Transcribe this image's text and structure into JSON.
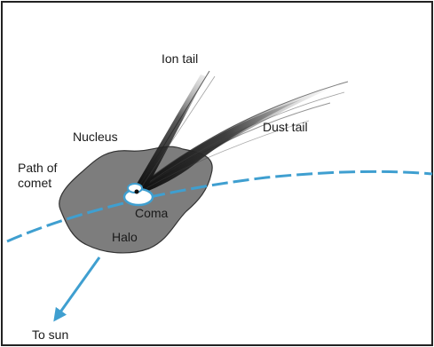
{
  "labels": {
    "ion_tail": "Ion tail",
    "dust_tail": "Dust tail",
    "nucleus": "Nucleus",
    "path_line1": "Path of",
    "path_line2": "comet",
    "coma": "Coma",
    "halo": "Halo",
    "to_sun": "To sun"
  },
  "colors": {
    "background": "#ffffff",
    "frame": "#222222",
    "halo_fill": "#7d7d7d",
    "path_and_arrow": "#3f9fd0",
    "tails": "#1e1e1e",
    "coma": "#ffffff",
    "text": "#1a1a1a"
  }
}
